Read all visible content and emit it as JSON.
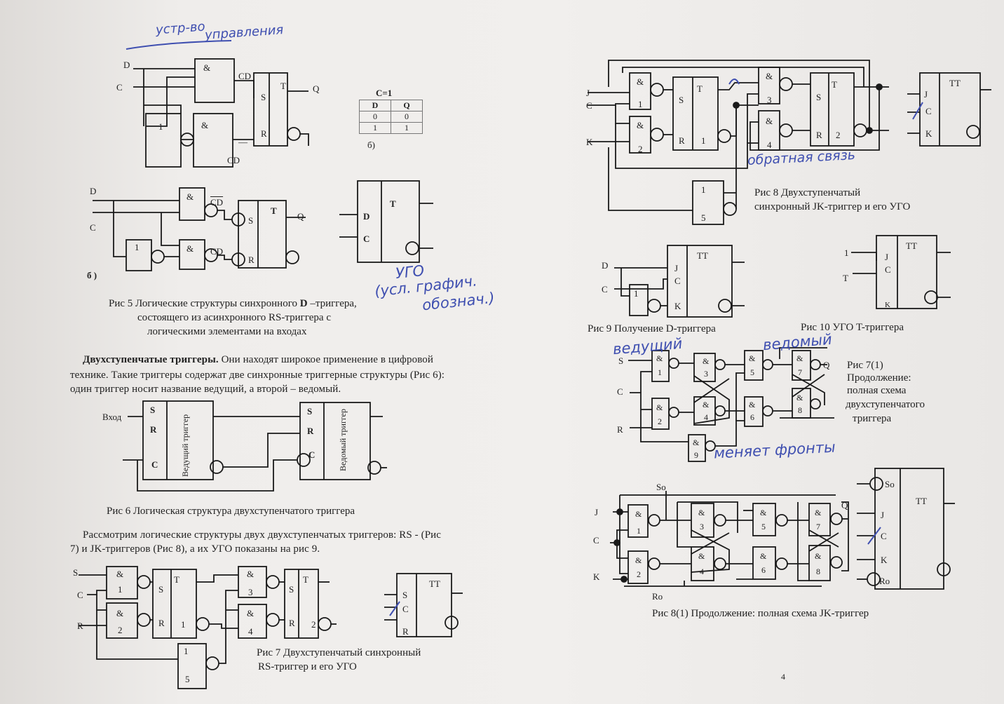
{
  "fig5": {
    "caption_1": "Рис 5 Логические структуры синхронного",
    "caption_d": "D",
    "caption_2": " –триггера,",
    "caption_3": "состоящего из асинхронного RS-триггера с",
    "caption_4": "логическими элементами на входах",
    "sub_b": "б)",
    "sub_b2": "б )",
    "table_title": "C=1",
    "table_head": [
      "D",
      "Q"
    ],
    "table_rows": [
      [
        "0",
        "0"
      ],
      [
        "1",
        "1"
      ]
    ]
  },
  "labels": {
    "D": "D",
    "C": "C",
    "Q": "Q",
    "S": "S",
    "R": "R",
    "T": "T",
    "TT": "TT",
    "J": "J",
    "K": "K",
    "one": "1",
    "amp": "&",
    "CD": "CD",
    "So": "So",
    "Ro": "Ro",
    "input": "Вход",
    "master": "Ведущий триггер",
    "slave": "Ведомый триггер",
    "n1": "1",
    "n2": "2",
    "n3": "3",
    "n4": "4",
    "n5": "5",
    "n6": "6",
    "n7": "7",
    "n8": "8",
    "n9": "9"
  },
  "section": {
    "heading": "Двухступенчатые триггеры.",
    "para_1a": " Они находят широкое применение в цифровой",
    "para_2": "технике. Такие триггеры содержат две синхронные триггерные структуры (Рис 6):",
    "para_3": "один триггер носит название ведущий, а второй – ведомый."
  },
  "fig6": {
    "caption": "Рис 6  Логическая структура двухступенчатого триггера"
  },
  "para2": {
    "line_1": "Рассмотрим логические структуры двух двухступенчатых триггеров: RS -  (Рис",
    "line_2": "7) и  JK-триггеров (Рис 8), а их УГО показаны на  рис 9."
  },
  "fig7": {
    "caption_1": "Рис 7 Двухступенчатый  синхронный",
    "caption_2": "RS-триггер и его УГО"
  },
  "fig8": {
    "caption_1": "Рис 8 Двухступенчатый",
    "caption_2": "синхронный JK-триггер и его УГО"
  },
  "fig9": {
    "caption": "Рис 9  Получение D-триггера"
  },
  "fig10": {
    "caption": "Рис 10  УГО T-триггера"
  },
  "fig7_1": {
    "caption_1": "Рис  7(1)",
    "caption_2": "Продолжение:",
    "caption_3": " полная схема",
    "caption_4": "двухступенчатого",
    "caption_5": "триггера"
  },
  "fig8_1": {
    "caption": "Рис  8(1) Продолжение: полная схема JK-триггер"
  },
  "page_number": "4",
  "handwriting": {
    "note_1": "устр-во",
    "note_2": "управления",
    "note_3": "УГО",
    "note_4": "(усл. графич.",
    "note_5": "обознач.)",
    "note_6": "обратная связь",
    "note_7": "ведущий",
    "note_8": "ведомый",
    "note_9": "меняет фронты"
  }
}
